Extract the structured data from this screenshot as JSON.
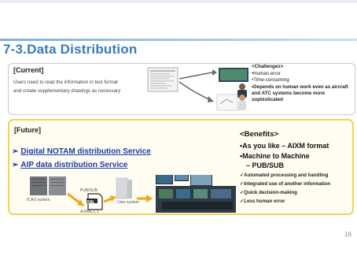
{
  "slide": {
    "title": "7-3.Data Distribution",
    "page_number": "16"
  },
  "current": {
    "heading": "[Current]",
    "text": "Users need to read the information in text format and create supplementary drawings as necessary",
    "challenges_heading": "<Challenges>",
    "challenges": [
      "•Human error",
      "•Time-consuming",
      "•Depends on human work even as aircraft and ATC systems become more sophisticated"
    ]
  },
  "future": {
    "heading": "[Future]",
    "services": [
      "Digital NOTAM distribution Service",
      "AIP data distribution Service"
    ],
    "diagram": {
      "icao_label": "ICAO system",
      "pubsub_label": "PUB/SUB",
      "file_tag": "XML",
      "aixm_label": "AIXM5.1.1",
      "user_label": "User system"
    },
    "benefits_heading": "<Benefits>",
    "benefits": [
      "•As you like – AIXM format",
      "•Machine to Machine"
    ],
    "benefit_sub": "– PUB/SUB",
    "checks": [
      "✓Automated processing and handling",
      "✓Integrated use of another information",
      "✓Quick decision-making",
      "✓Less human error"
    ]
  }
}
